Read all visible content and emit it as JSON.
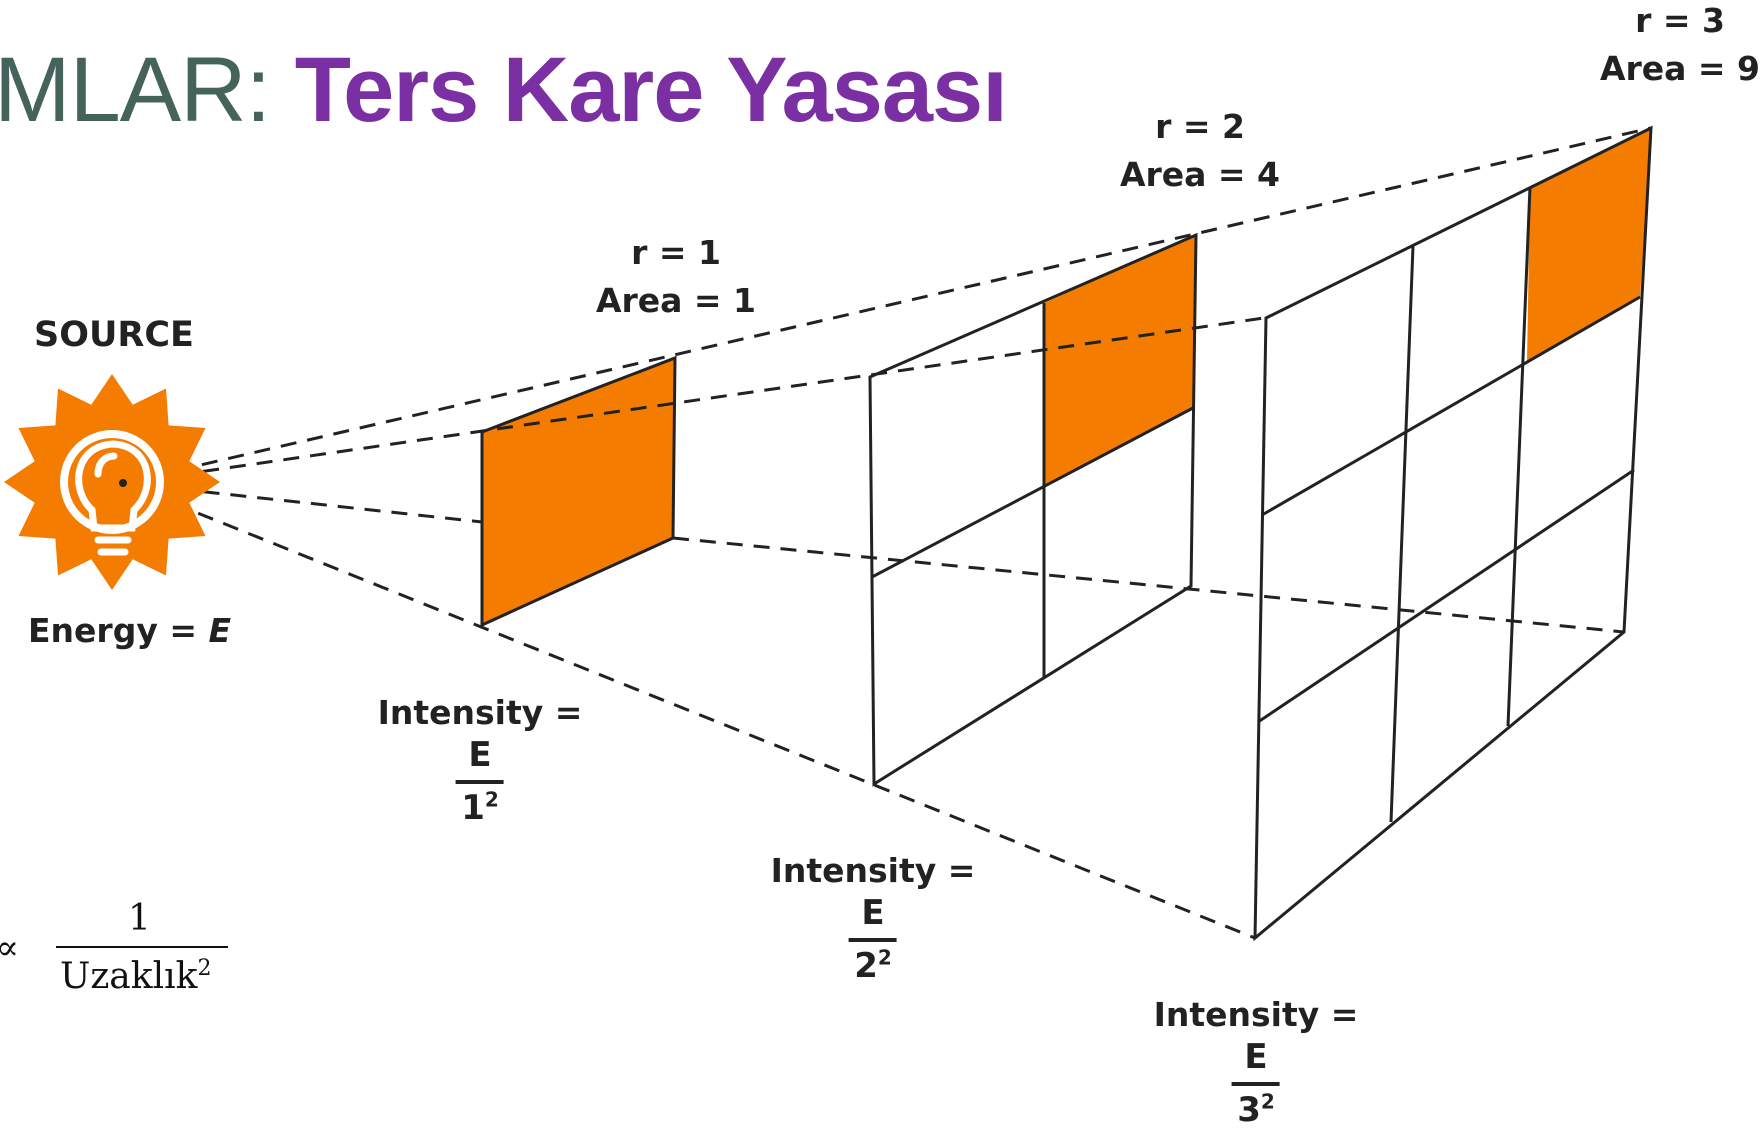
{
  "title": {
    "prefix": "MLAR: ",
    "highlight": "Ters Kare Yasası"
  },
  "source": {
    "label": "SOURCE",
    "energy_label": "Energy = ",
    "energy_symbol": "E"
  },
  "surfaces": [
    {
      "r": "r = 1",
      "area": "Area = 1",
      "intensity": "Intensity =",
      "numerator": "E",
      "denominator_base": "1",
      "denominator_exp": "2"
    },
    {
      "r": "r = 2",
      "area": "Area = 4",
      "intensity": "Intensity =",
      "numerator": "E",
      "denominator_base": "2",
      "denominator_exp": "2"
    },
    {
      "r": "r = 3",
      "area": "Area = 9",
      "intensity": "Intensity =",
      "numerator": "E",
      "denominator_base": "3",
      "denominator_exp": "2"
    }
  ],
  "formula": {
    "relation": "∝",
    "numerator": "1",
    "denominator": "Uzaklık",
    "exponent": "2"
  },
  "colors": {
    "highlight_fill": "#f47c00",
    "title_prefix": "#45635a",
    "title_highlight": "#7a2fa3",
    "icon": "lightbulb-icon"
  }
}
